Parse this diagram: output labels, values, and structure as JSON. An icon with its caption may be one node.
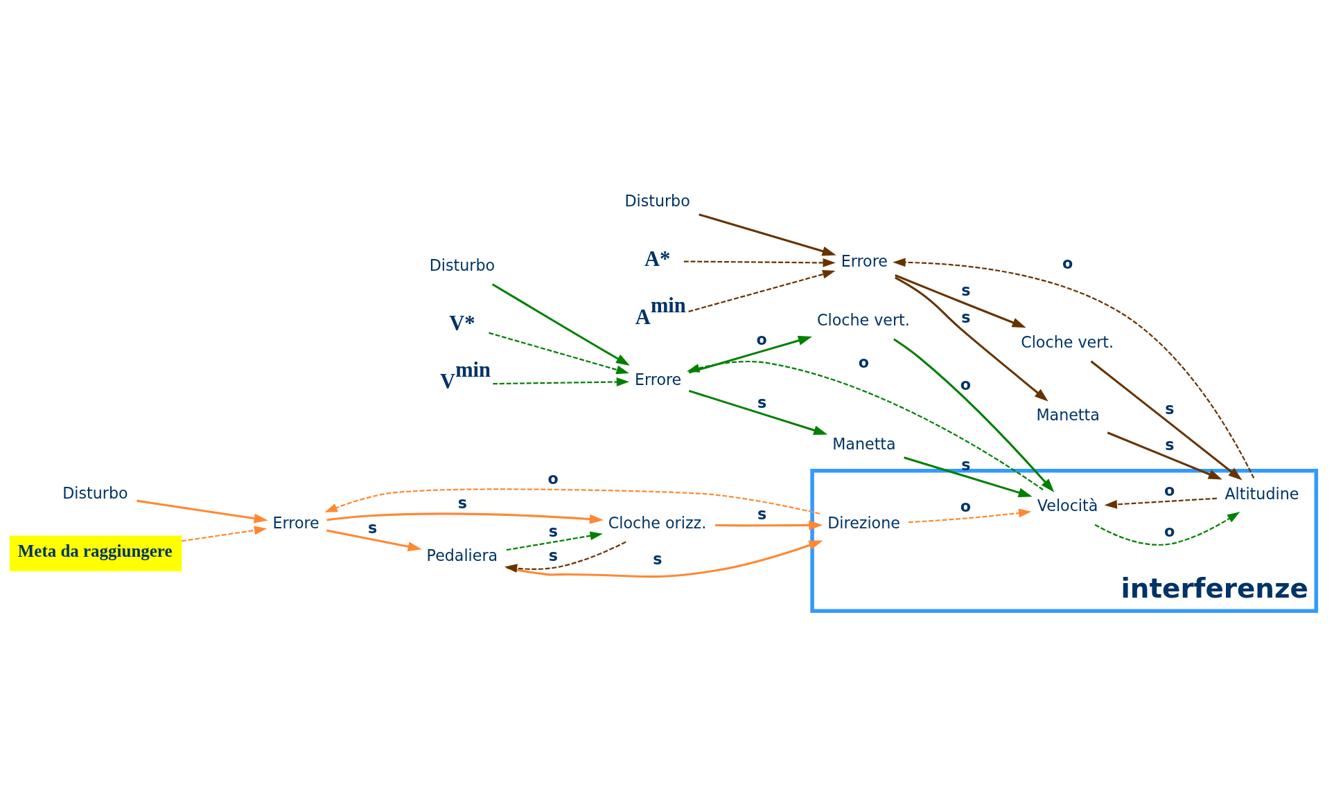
{
  "diagram": {
    "nodes": [
      {
        "text": [
          "interferenze"
        ]
      },
      {
        "text": [
          "Disturbo"
        ]
      },
      {
        "text": [
          "Meta da raggiungere"
        ]
      },
      {
        "text": [
          "Errore"
        ]
      },
      {
        "text": [
          "Pedaliera"
        ]
      },
      {
        "text": [
          "Cloche orizz."
        ]
      },
      {
        "text": [
          "Direzione"
        ],
        "in": 0
      },
      {
        "text": [
          "Disturbo"
        ]
      },
      {
        "text": [
          "V*"
        ]
      },
      {
        "text": [
          "V$^{min}$"
        ]
      },
      {
        "text": [
          "Errore"
        ]
      },
      {
        "text": [
          "Manetta"
        ]
      },
      {
        "text": [
          "Cloche vert."
        ]
      },
      {
        "text": [
          "Velocità"
        ],
        "in": 0
      },
      {
        "text": [
          "Disturbo"
        ]
      },
      {
        "text": [
          "A*"
        ]
      },
      {
        "text": [
          "A$^{min}$"
        ]
      },
      {
        "text": [
          "Errore"
        ]
      },
      {
        "text": [
          "Manetta"
        ]
      },
      {
        "text": [
          "Cloche vert."
        ]
      },
      {
        "text": [
          "Altitudine"
        ],
        "in": 0
      }
    ],
    "edges": [
      {
        "from": 1,
        "to": 3,
        "arrow": "to",
        "color": "#ff8833"
      },
      {
        "from": 2,
        "to": 3,
        "arrow": "to",
        "style": "dashed",
        "color": "#ff8833"
      },
      {
        "from": 3,
        "to": 4,
        "arrow": "to",
        "label": "s",
        "color": "#ff8833"
      },
      {
        "from": 3,
        "to": 5,
        "arrow": "to",
        "label": "s",
        "color": "#ff8833"
      },
      {
        "from": 4,
        "to": 6,
        "arrow": "to",
        "label": "s",
        "color": "#ff8833"
      },
      {
        "from": 5,
        "to": 6,
        "arrow": "to",
        "label": "s",
        "color": "#ff8833"
      },
      {
        "from": 6,
        "to": 3,
        "arrow": "to",
        "label": "o",
        "style": "dashed",
        "color": "#ff8833"
      },
      {
        "from": 4,
        "to": 5,
        "arrow": "to",
        "label": "s",
        "style": "dashed",
        "color": "#008000"
      },
      {
        "from": 5,
        "to": 4,
        "arrow": "to",
        "label": "s",
        "style": "dashed",
        "color": "#663300"
      },
      {
        "from": 7,
        "to": 10,
        "arrow": "to",
        "color": "#008000"
      },
      {
        "from": 8,
        "to": 10,
        "arrow": "to",
        "style": "dashed",
        "color": "#008000"
      },
      {
        "from": 9,
        "to": 10,
        "arrow": "to",
        "style": "dashed",
        "color": "#008000"
      },
      {
        "from": 10,
        "to": 11,
        "arrow": "to",
        "label": "s",
        "color": "#008000"
      },
      {
        "from": 10,
        "to": 12,
        "arrow": "to",
        "label": "o",
        "color": "#008000"
      },
      {
        "from": 11,
        "to": 13,
        "arrow": "to",
        "label": "s",
        "color": "#008000"
      },
      {
        "from": 12,
        "to": 13,
        "arrow": "to",
        "label": "o",
        "color": "#008000"
      },
      {
        "from": 13,
        "to": 10,
        "arrow": "to",
        "label": "o",
        "style": "dashed",
        "color": "#008000"
      },
      {
        "from": 14,
        "to": 17,
        "arrow": "to",
        "color": "#663300"
      },
      {
        "from": 15,
        "to": 17,
        "arrow": "to",
        "style": "dashed",
        "color": "#663300"
      },
      {
        "from": 16,
        "to": 17,
        "arrow": "to",
        "style": "dashed",
        "color": "#663300"
      },
      {
        "from": 17,
        "to": 18,
        "arrow": "to",
        "label": "s",
        "color": "#663300"
      },
      {
        "from": 17,
        "to": 19,
        "arrow": "to",
        "label": "s",
        "color": "#663300"
      },
      {
        "from": 18,
        "to": 20,
        "arrow": "to",
        "label": "s",
        "color": "#663300"
      },
      {
        "from": 19,
        "to": 20,
        "arrow": "to",
        "label": "s",
        "color": "#663300"
      },
      {
        "from": 20,
        "to": 17,
        "arrow": "to",
        "label": "o",
        "style": "dashed",
        "color": "#663300"
      },
      {
        "from": 6,
        "to": 13,
        "arrow": "to",
        "label": "o",
        "style": "dashed",
        "color": "#ff8833"
      },
      {
        "from": 13,
        "to": 20,
        "arrow": "to",
        "label": "o",
        "style": "dashed",
        "color": "#008000"
      },
      {
        "from": 20,
        "to": 13,
        "arrow": "to",
        "label": "o",
        "style": "dashed",
        "color": "#663300"
      }
    ]
  }
}
